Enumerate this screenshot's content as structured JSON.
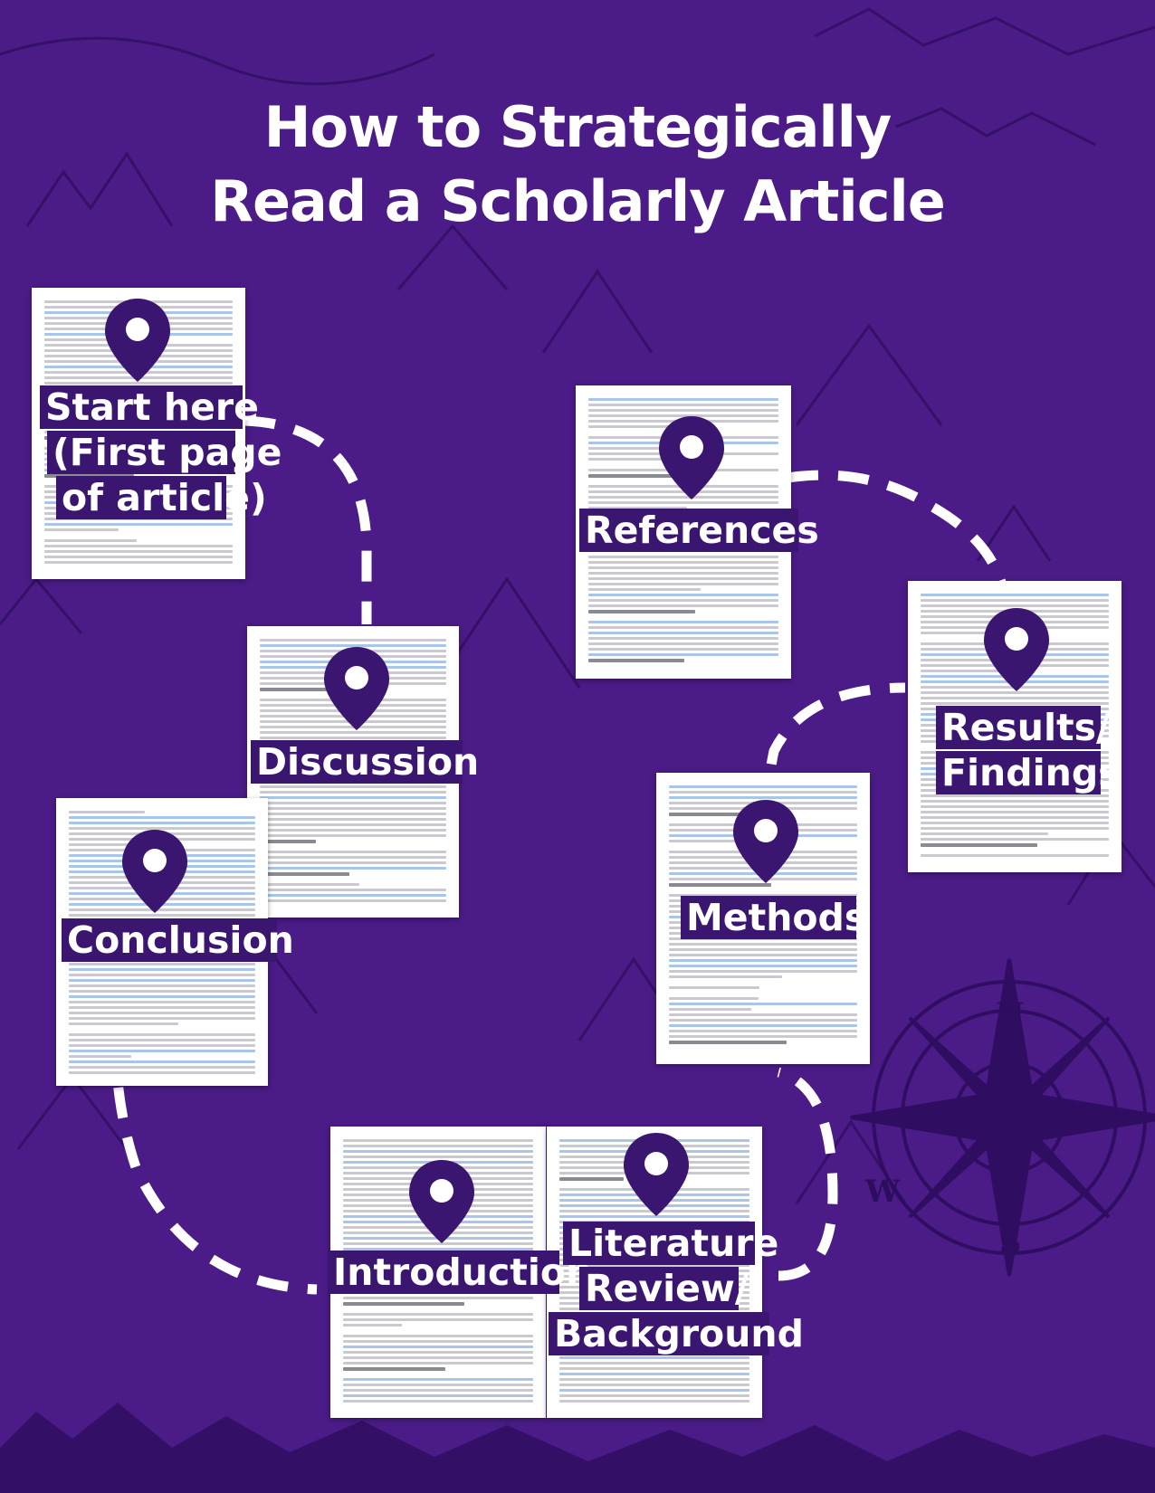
{
  "title": {
    "line1": "How to Strategically",
    "line2": "Read a Scholarly Article"
  },
  "steps": [
    {
      "label_lines": [
        "Start here",
        "(First page",
        "of article)"
      ]
    },
    {
      "label_lines": [
        "Discussion"
      ]
    },
    {
      "label_lines": [
        "Conclusion"
      ]
    },
    {
      "label_lines": [
        "References"
      ]
    },
    {
      "label_lines": [
        "Results/",
        "Findings"
      ]
    },
    {
      "label_lines": [
        "Methods"
      ]
    },
    {
      "label_lines": [
        "Introduction"
      ]
    },
    {
      "label_lines": [
        "Literature",
        "Review/",
        "Background"
      ]
    }
  ],
  "compass": {
    "n": "N",
    "s": "S",
    "w": "W"
  },
  "colors": {
    "background": "#4b1b87",
    "label": "#3a1670",
    "pin": "#3a1670",
    "path": "#ffffff"
  },
  "icons": {
    "pin": "map-pin-icon",
    "compass": "compass-rose-icon"
  }
}
